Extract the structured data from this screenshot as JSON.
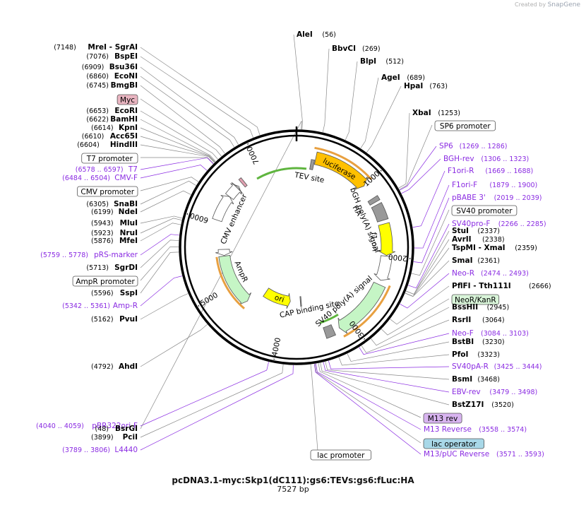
{
  "app": {
    "credit_prefix": "Created by",
    "credit_brand": "SnapGene"
  },
  "plasmid": {
    "name": "pcDNA3.1-myc:Skp1(dC111):gs6:TEVs:gs6:fLuc:HA",
    "length_label": "7527 bp",
    "length_bp": 7527
  },
  "ticks": [
    "1000",
    "2000",
    "3000",
    "4000",
    "5000",
    "6000",
    "7000"
  ],
  "labels": [
    {
      "id": "bsrgi",
      "name": "BsrGI",
      "pos": "(48)",
      "kind": "enzyme",
      "bp": 48,
      "side": "L"
    },
    {
      "id": "alei",
      "name": "AleI",
      "pos": "(56)",
      "kind": "enzyme",
      "bp": 56,
      "side": "R"
    },
    {
      "id": "bbvci",
      "name": "BbvCI",
      "pos": "(269)",
      "kind": "enzyme",
      "bp": 269,
      "side": "R"
    },
    {
      "id": "blpi",
      "name": "BlpI",
      "pos": "(512)",
      "kind": "enzyme",
      "bp": 512,
      "side": "R"
    },
    {
      "id": "agei",
      "name": "AgeI",
      "pos": "(689)",
      "kind": "enzyme",
      "bp": 689,
      "side": "R"
    },
    {
      "id": "hpai",
      "name": "HpaI",
      "pos": "(763)",
      "kind": "enzyme",
      "bp": 763,
      "side": "R"
    },
    {
      "id": "xbai",
      "name": "XbaI",
      "pos": "(1253)",
      "kind": "enzyme",
      "bp": 1253,
      "side": "R"
    },
    {
      "id": "sp6prom",
      "name": "SP6 promoter",
      "pos": "",
      "kind": "feature-box",
      "bp": 1269,
      "side": "R"
    },
    {
      "id": "sp6",
      "name": "SP6",
      "pos": "(1269 .. 1286)",
      "kind": "primer",
      "bp": 1277,
      "side": "R"
    },
    {
      "id": "bghrev",
      "name": "BGH-rev",
      "pos": "(1306 .. 1323)",
      "kind": "primer",
      "bp": 1314,
      "side": "R"
    },
    {
      "id": "f1orir",
      "name": "F1ori-R",
      "pos": "(1669 .. 1688)",
      "kind": "primer",
      "bp": 1678,
      "side": "R"
    },
    {
      "id": "f1orif",
      "name": "F1ori-F",
      "pos": "(1879 .. 1900)",
      "kind": "primer",
      "bp": 1889,
      "side": "R"
    },
    {
      "id": "pbabe3",
      "name": "pBABE 3'",
      "pos": "(2019 .. 2039)",
      "kind": "primer",
      "bp": 2029,
      "side": "R"
    },
    {
      "id": "sv40prom",
      "name": "SV40 promoter",
      "pos": "",
      "kind": "feature-box",
      "bp": 2150,
      "side": "R"
    },
    {
      "id": "sv40prof",
      "name": "SV40pro-F",
      "pos": "(2266 .. 2285)",
      "kind": "primer",
      "bp": 2275,
      "side": "R"
    },
    {
      "id": "stui",
      "name": "StuI",
      "pos": "(2337)",
      "kind": "enzyme",
      "bp": 2337,
      "side": "R"
    },
    {
      "id": "avrii",
      "name": "AvrII",
      "pos": "(2338)",
      "kind": "enzyme",
      "bp": 2338,
      "side": "R"
    },
    {
      "id": "tspmi",
      "name": "TspMI - XmaI",
      "pos": "(2359)",
      "kind": "enzyme",
      "bp": 2359,
      "side": "R"
    },
    {
      "id": "smai",
      "name": "SmaI",
      "pos": "(2361)",
      "kind": "enzyme",
      "bp": 2361,
      "side": "R"
    },
    {
      "id": "neor",
      "name": "Neo-R",
      "pos": "(2474 .. 2493)",
      "kind": "primer",
      "bp": 2483,
      "side": "R"
    },
    {
      "id": "pflfi",
      "name": "PflFI - Tth111I",
      "pos": "(2666)",
      "kind": "enzyme",
      "bp": 2666,
      "side": "R"
    },
    {
      "id": "neokan",
      "name": "NeoR/KanR",
      "pos": "",
      "kind": "feature-green",
      "bp": 2800,
      "side": "R"
    },
    {
      "id": "bsshii",
      "name": "BssHII",
      "pos": "(2945)",
      "kind": "enzyme",
      "bp": 2945,
      "side": "R"
    },
    {
      "id": "rsrii",
      "name": "RsrII",
      "pos": "(3064)",
      "kind": "enzyme",
      "bp": 3064,
      "side": "R"
    },
    {
      "id": "neof",
      "name": "Neo-F",
      "pos": "(3084 .. 3103)",
      "kind": "primer",
      "bp": 3093,
      "side": "R"
    },
    {
      "id": "bstbi",
      "name": "BstBI",
      "pos": "(3230)",
      "kind": "enzyme",
      "bp": 3230,
      "side": "R"
    },
    {
      "id": "pfoi",
      "name": "PfoI",
      "pos": "(3323)",
      "kind": "enzyme",
      "bp": 3323,
      "side": "R"
    },
    {
      "id": "sv40par",
      "name": "SV40pA-R",
      "pos": "(3425 .. 3444)",
      "kind": "primer",
      "bp": 3434,
      "side": "R"
    },
    {
      "id": "bsmi",
      "name": "BsmI",
      "pos": "(3468)",
      "kind": "enzyme",
      "bp": 3468,
      "side": "R"
    },
    {
      "id": "ebvrev",
      "name": "EBV-rev",
      "pos": "(3479 .. 3498)",
      "kind": "primer",
      "bp": 3488,
      "side": "R"
    },
    {
      "id": "bstz17i",
      "name": "BstZ17I",
      "pos": "(3520)",
      "kind": "enzyme",
      "bp": 3520,
      "side": "R"
    },
    {
      "id": "m13revbox",
      "name": "M13 rev",
      "pos": "",
      "kind": "feature-purple",
      "bp": 3540,
      "side": "R"
    },
    {
      "id": "m13reverse",
      "name": "M13 Reverse",
      "pos": "(3558 .. 3574)",
      "kind": "primer",
      "bp": 3566,
      "side": "R"
    },
    {
      "id": "lacop",
      "name": "lac operator",
      "pos": "",
      "kind": "feature-blue",
      "bp": 3575,
      "side": "R"
    },
    {
      "id": "m13puc",
      "name": "M13/pUC Reverse",
      "pos": "(3571 .. 3593)",
      "kind": "primer",
      "bp": 3582,
      "side": "R"
    },
    {
      "id": "lacprom",
      "name": "lac promoter",
      "pos": "",
      "kind": "feature-box",
      "bp": 3620,
      "side": "B"
    },
    {
      "id": "l4440",
      "name": "L4440",
      "pos": "(3789 .. 3806)",
      "kind": "primer",
      "bp": 3797,
      "side": "L"
    },
    {
      "id": "pcii",
      "name": "PciI",
      "pos": "(3899)",
      "kind": "enzyme",
      "bp": 3899,
      "side": "L"
    },
    {
      "id": "pbr322",
      "name": "pBR322ori-F",
      "pos": "(4040 .. 4059)",
      "kind": "primer",
      "bp": 4049,
      "side": "L"
    },
    {
      "id": "ahdi",
      "name": "AhdI",
      "pos": "(4792)",
      "kind": "enzyme",
      "bp": 4792,
      "side": "L"
    },
    {
      "id": "pvui",
      "name": "PvuI",
      "pos": "(5162)",
      "kind": "enzyme",
      "bp": 5162,
      "side": "L"
    },
    {
      "id": "ampr",
      "name": "Amp-R",
      "pos": "(5342 .. 5361)",
      "kind": "primer",
      "bp": 5351,
      "side": "L"
    },
    {
      "id": "sspi",
      "name": "SspI",
      "pos": "(5596)",
      "kind": "enzyme",
      "bp": 5596,
      "side": "L"
    },
    {
      "id": "amprprom",
      "name": "AmpR promoter",
      "pos": "",
      "kind": "feature-box",
      "bp": 5650,
      "side": "L"
    },
    {
      "id": "sgrdi",
      "name": "SgrDI",
      "pos": "(5713)",
      "kind": "enzyme",
      "bp": 5713,
      "side": "L"
    },
    {
      "id": "prsmarker",
      "name": "pRS-marker",
      "pos": "(5759 .. 5778)",
      "kind": "primer",
      "bp": 5768,
      "side": "L"
    },
    {
      "id": "mfei",
      "name": "MfeI",
      "pos": "(5876)",
      "kind": "enzyme",
      "bp": 5876,
      "side": "L"
    },
    {
      "id": "nrui",
      "name": "NruI",
      "pos": "(5923)",
      "kind": "enzyme",
      "bp": 5923,
      "side": "L"
    },
    {
      "id": "mlui",
      "name": "MluI",
      "pos": "(5943)",
      "kind": "enzyme",
      "bp": 5943,
      "side": "L"
    },
    {
      "id": "ndei",
      "name": "NdeI",
      "pos": "(6199)",
      "kind": "enzyme",
      "bp": 6199,
      "side": "L"
    },
    {
      "id": "snabi",
      "name": "SnaBI",
      "pos": "(6305)",
      "kind": "enzyme",
      "bp": 6305,
      "side": "L"
    },
    {
      "id": "cmvprom",
      "name": "CMV promoter",
      "pos": "",
      "kind": "feature-box",
      "bp": 6350,
      "side": "L"
    },
    {
      "id": "cmvf",
      "name": "CMV-F",
      "pos": "(6484 .. 6504)",
      "kind": "primer",
      "bp": 6494,
      "side": "L"
    },
    {
      "id": "t7",
      "name": "T7",
      "pos": "(6578 .. 6597)",
      "kind": "primer",
      "bp": 6587,
      "side": "L"
    },
    {
      "id": "t7prom",
      "name": "T7 promoter",
      "pos": "",
      "kind": "feature-box",
      "bp": 6590,
      "side": "L"
    },
    {
      "id": "hindiii",
      "name": "HindIII",
      "pos": "(6604)",
      "kind": "enzyme",
      "bp": 6604,
      "side": "L"
    },
    {
      "id": "acc65i",
      "name": "Acc65I",
      "pos": "(6610)",
      "kind": "enzyme",
      "bp": 6610,
      "side": "L"
    },
    {
      "id": "kpni",
      "name": "KpnI",
      "pos": "(6614)",
      "kind": "enzyme",
      "bp": 6614,
      "side": "L"
    },
    {
      "id": "bamhi",
      "name": "BamHI",
      "pos": "(6622)",
      "kind": "enzyme",
      "bp": 6622,
      "side": "L"
    },
    {
      "id": "ecori",
      "name": "EcoRI",
      "pos": "(6653)",
      "kind": "enzyme",
      "bp": 6653,
      "side": "L"
    },
    {
      "id": "myc",
      "name": "Myc",
      "pos": "",
      "kind": "feature-pink",
      "bp": 6700,
      "side": "L"
    },
    {
      "id": "bmgbi",
      "name": "BmgBI",
      "pos": "(6745)",
      "kind": "enzyme",
      "bp": 6745,
      "side": "L"
    },
    {
      "id": "econi",
      "name": "EcoNI",
      "pos": "(6860)",
      "kind": "enzyme",
      "bp": 6860,
      "side": "L"
    },
    {
      "id": "bsu36i",
      "name": "Bsu36I",
      "pos": "(6909)",
      "kind": "enzyme",
      "bp": 6909,
      "side": "L"
    },
    {
      "id": "bspei",
      "name": "BspEI",
      "pos": "(7076)",
      "kind": "enzyme",
      "bp": 7076,
      "side": "L"
    },
    {
      "id": "mrei",
      "name": "MreI - SgrAI",
      "pos": "(7148)",
      "kind": "enzyme",
      "bp": 7148,
      "side": "L"
    }
  ],
  "features": [
    {
      "id": "luciferase",
      "name": "luciferase",
      "color": "#ffc000",
      "start": 255,
      "end": 1000,
      "dir": 1
    },
    {
      "id": "tevsite",
      "name": "TEV site",
      "color": "#999999",
      "start": 200,
      "end": 245,
      "dir": 0
    },
    {
      "id": "ha",
      "name": "HA",
      "color": "#999999",
      "start": 1200,
      "end": 1260,
      "dir": 0
    },
    {
      "id": "bghpa",
      "name": "bGH poly(A) signal",
      "color": "#999999",
      "start": 1300,
      "end": 1520,
      "dir": 0
    },
    {
      "id": "f1ori",
      "name": "f1 ori",
      "color": "#ffff00",
      "start": 1570,
      "end": 1990,
      "dir": 1
    },
    {
      "id": "sv40p",
      "name": "SV40 promoter",
      "color": "#ffffff",
      "start": 2000,
      "end": 2330,
      "dir": 1
    },
    {
      "id": "neo",
      "name": "NeoR/KanR",
      "color": "#c5f5c5",
      "start": 2390,
      "end": 3180,
      "dir": 1
    },
    {
      "id": "sv40pa",
      "name": "SV40 poly(A) signal",
      "color": "#999999",
      "start": 3260,
      "end": 3380,
      "dir": 0
    },
    {
      "id": "ori",
      "name": "ori",
      "color": "#ffff00",
      "start": 3900,
      "end": 4480,
      "dir": -1
    },
    {
      "id": "cap",
      "name": "CAP binding site",
      "color": "#999999",
      "start": 3660,
      "end": 3680,
      "dir": 0
    },
    {
      "id": "amprf",
      "name": "AmpR",
      "color": "#c5f5c5",
      "start": 4650,
      "end": 5500,
      "dir": -1
    },
    {
      "id": "amprpromf",
      "name": "AmpR promoter",
      "color": "#ffffff",
      "start": 5510,
      "end": 5610,
      "dir": -1
    },
    {
      "id": "cmvenh",
      "name": "CMV enhancer",
      "color": "#ffffff",
      "start": 6040,
      "end": 6420,
      "dir": 1
    },
    {
      "id": "cmvpromf",
      "name": "CMV promoter",
      "color": "#ffffff",
      "start": 6420,
      "end": 6620,
      "dir": 1
    },
    {
      "id": "t7promf",
      "name": "T7 promoter",
      "color": "#ffffff",
      "start": 6585,
      "end": 6600,
      "dir": 1
    },
    {
      "id": "mycf",
      "name": "Myc",
      "color": "#e0a0b0",
      "start": 6680,
      "end": 6720,
      "dir": 0
    }
  ],
  "colors": {
    "backbone": "#000000",
    "enzyme_text": "#000000",
    "primer_text": "#8a2be2",
    "orf_outline": "#e8a040",
    "orf_inner": "#5fb53f",
    "feature_yellow": "#ffc000"
  }
}
